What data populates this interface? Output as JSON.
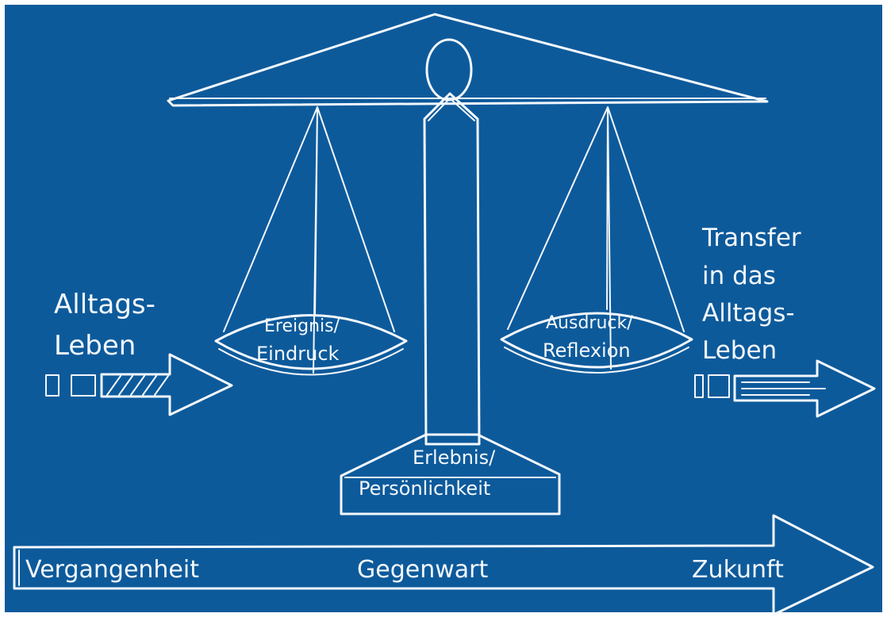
{
  "colors": {
    "background": "#0d5a9b",
    "chalk": "#f4f8fc"
  },
  "left_input": {
    "line1": "Alltags-",
    "line2": "Leben"
  },
  "right_output": {
    "line1": "Transfer",
    "line2": "in das",
    "line3": "Alltags-",
    "line4": "Leben"
  },
  "left_pan": {
    "line1": "Ereignis/",
    "line2": "Eindruck"
  },
  "right_pan": {
    "line1": "Ausdruck/",
    "line2": "Reflexion"
  },
  "base": {
    "line1": "Erlebnis/",
    "line2": "Persönlichkeit"
  },
  "timeline": {
    "past": "Vergangenheit",
    "present": "Gegenwart",
    "future": "Zukunft"
  },
  "icons": [
    "scale-icon",
    "arrow-right-icon",
    "timeline-arrow-icon"
  ]
}
